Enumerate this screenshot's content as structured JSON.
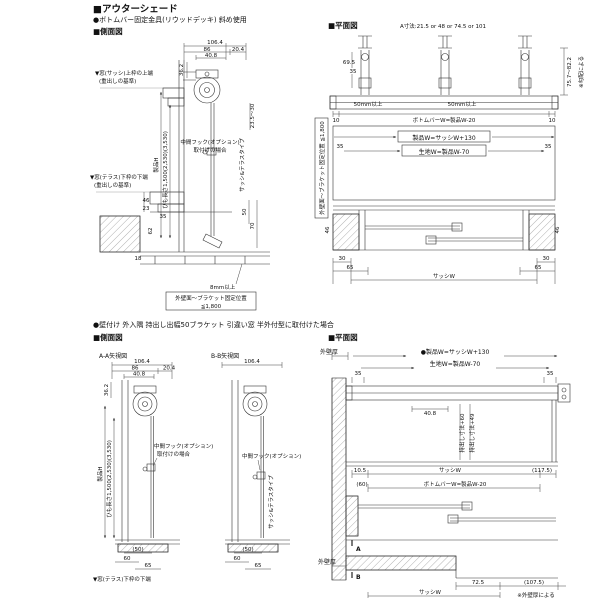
{
  "header": {
    "title": "■アウターシェード",
    "subtitle": "●ボトムバー固定金具(リウッドデッキ) 斜め使用"
  },
  "sec1": {
    "side_label": "■側面図",
    "plan_label": "■平面図",
    "a_note": "A寸法:21.5 or 48 or 74.5 or 101",
    "side": {
      "d1064": "106.4",
      "d86": "86",
      "d204": "20.4",
      "d408": "40.8",
      "d362": "36.2",
      "note_top_1": "▼窓(サッシ)上枠の上端",
      "note_top_2": "(重出しの基準)",
      "hook_1": "中間フック(オプション)",
      "hook_2": "取付けの場合",
      "note_bot_1": "▼窓(テラス)下枠の下端",
      "note_bot_2": "(重出しの基準)",
      "seihin_h": "製品H",
      "himo": "ひも長さ1,500(2,530)(3,530)",
      "d235": "23.5〜30",
      "type": "サッシ&テラスタイプ",
      "d46": "46",
      "d23": "23",
      "d35": "35",
      "d62": "62",
      "d18": "18",
      "d50": "50",
      "d70": "70",
      "note_8mm": "8mm以上",
      "fix_1": "外壁面〜ブラケット固定位置",
      "fix_2": "≦1,800"
    },
    "plan": {
      "d695": "69.5",
      "d35t": "35",
      "d757": "75.7〜82.2",
      "note_r": "※勾配による",
      "d50a": "50mm以上",
      "d50b": "50mm以上",
      "bottombar": "ボトムバーW=製品W-20",
      "d10l": "10",
      "d10r": "10",
      "seihin_w": "製品W=サッシW+130",
      "kiji_w": "生地W=製品W-70",
      "d35l": "35",
      "d35r": "35",
      "fix": "外壁面〜ブラケット固定位置 ≦1,800",
      "d46l": "46",
      "d46r": "46",
      "d30l": "30",
      "d30r": "30",
      "d65l": "65",
      "d65r": "65",
      "sashi_w": "サッシW"
    }
  },
  "sec2": {
    "title": "●壁付け 外入隅 持出し出幅50ブラケット 引違い窓 半外付型に取付けた場合",
    "side_label": "■側面図",
    "plan_label": "■平面図",
    "side": {
      "aa_label": "A-A矢視図",
      "bb_label": "B-B矢視図",
      "d1064a": "106.4",
      "d86": "86",
      "d204": "20.4",
      "d408": "40.8",
      "d362": "36.2",
      "d1064b": "106.4",
      "hook_1": "中間フック(オプション)",
      "hook_2": "取付けの場合",
      "hook_b": "中間フック(オプション)",
      "type": "サッシ&テラスタイプ",
      "seihin_h": "製品H",
      "himo": "ひも長さ1,500(2,530)(3,530)",
      "d50a": "(50)",
      "d60a": "60",
      "d65a": "65",
      "d50b": "(50)",
      "d60b": "60",
      "d65b": "65",
      "note_bot": "▼窓(テラス)下枠の下端"
    },
    "plan": {
      "wall_t": "外壁厚",
      "seihin_w": "●製品W=サッシW+130",
      "kiji_w": "生地W=製品W-70",
      "d35l": "35",
      "d35r": "35",
      "d408": "40.8",
      "v1": "持出し寸法+60",
      "v2": "持出し寸法+49",
      "d105": "10.5",
      "sashi_w": "サッシW",
      "d1175": "(117.5)",
      "d60": "(60)",
      "bottombar": "ボトムバーW=製品W-20",
      "a_mark": "A",
      "b_mark": "B",
      "d725": "72.5",
      "d1075": "(107.5)",
      "wall_note": "※外壁厚による",
      "wall_b": "外壁厚",
      "sashi_w2": "サッシW"
    }
  }
}
